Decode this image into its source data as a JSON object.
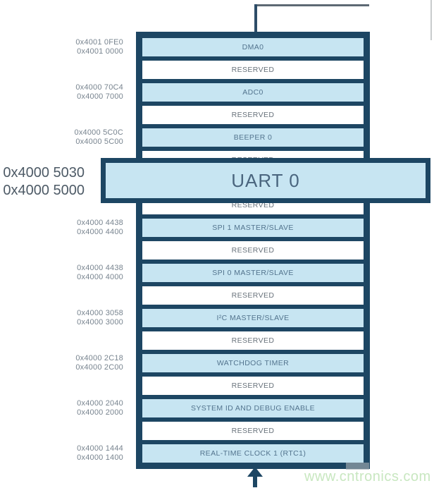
{
  "colors": {
    "border_navy": "#1d4663",
    "block_fill_blue": "#c7e5f2",
    "reserved_fill": "#ffffff",
    "peripheral_label_text": "#53748e",
    "reserved_label_text": "#68727b",
    "address_text": "#78848f",
    "callout_address_text": "#4d5a66",
    "connector_gray": "#5d6974",
    "watermark_green": "#c8e7c0"
  },
  "stack": {
    "rows": [
      {
        "type": "peripheral",
        "label": "DMA0",
        "addresses": [
          "0x4001 0FE0",
          "0x4001 0000"
        ]
      },
      {
        "type": "reserved",
        "label": "RESERVED",
        "addresses": []
      },
      {
        "type": "peripheral",
        "label": "ADC0",
        "addresses": [
          "0x4000 70C4",
          "0x4000 7000"
        ]
      },
      {
        "type": "reserved",
        "label": "RESERVED",
        "addresses": []
      },
      {
        "type": "peripheral",
        "label": "BEEPER 0",
        "addresses": [
          "0x4000 5C0C",
          "0x4000 5C00"
        ]
      },
      {
        "type": "reserved",
        "label": "RESERVED",
        "addresses": []
      },
      {
        "type": "peripheral",
        "label": "",
        "addresses": []
      },
      {
        "type": "reserved",
        "label": "RESERVED",
        "addresses": []
      },
      {
        "type": "peripheral",
        "label": "SPI 1 MASTER/SLAVE",
        "addresses": [
          "0x4000 4438",
          "0x4000 4400"
        ]
      },
      {
        "type": "reserved",
        "label": "RESERVED",
        "addresses": []
      },
      {
        "type": "peripheral",
        "label": "SPI 0 MASTER/SLAVE",
        "addresses": [
          "0x4000 4438",
          "0x4000 4000"
        ]
      },
      {
        "type": "reserved",
        "label": "RESERVED",
        "addresses": []
      },
      {
        "type": "peripheral",
        "label": "I²C MASTER/SLAVE",
        "addresses": [
          "0x4000 3058",
          "0x4000 3000"
        ]
      },
      {
        "type": "reserved",
        "label": "RESERVED",
        "addresses": []
      },
      {
        "type": "peripheral",
        "label": "WATCHDOG TIMER",
        "addresses": [
          "0x4000 2C18",
          "0x4000 2C00"
        ]
      },
      {
        "type": "reserved",
        "label": "RESERVED",
        "addresses": []
      },
      {
        "type": "peripheral",
        "label": "SYSTEM ID AND DEBUG ENABLE",
        "addresses": [
          "0x4000 2040",
          "0x4000 2000"
        ]
      },
      {
        "type": "reserved",
        "label": "RESERVED",
        "addresses": []
      },
      {
        "type": "peripheral",
        "label": "REAL-TIME CLOCK 1 (RTC1)",
        "addresses": [
          "0x4000 1444",
          "0x4000 1400"
        ]
      }
    ]
  },
  "callout": {
    "label": "UART 0",
    "addresses": [
      "0x4000 5030",
      "0x4000 5000"
    ]
  },
  "watermark": {
    "text": "www.cntronics.com"
  },
  "icons": {
    "up_arrow": "up-arrow-icon",
    "connector": "connector-line"
  }
}
